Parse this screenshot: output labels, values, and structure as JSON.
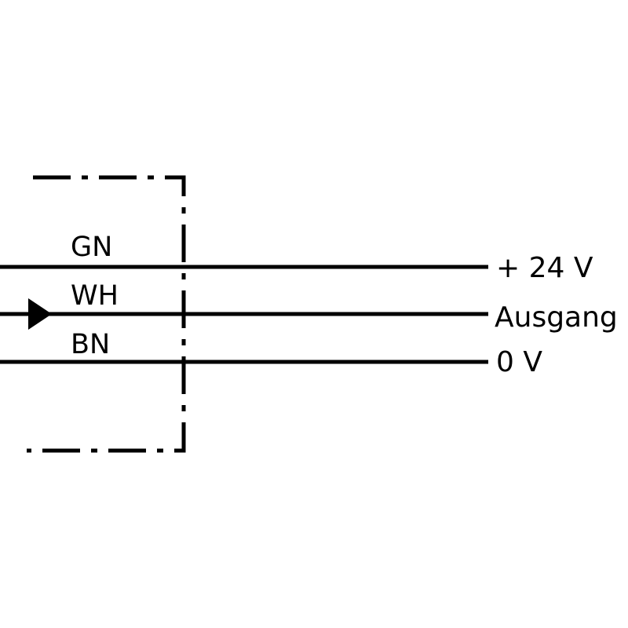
{
  "diagram": {
    "wires": [
      {
        "code": "GN",
        "terminal": "+ 24 V"
      },
      {
        "code": "WH",
        "terminal": "Ausgang"
      },
      {
        "code": "BN",
        "terminal": "0 V"
      }
    ],
    "stroke_color": "#000000",
    "background_color": "#ffffff",
    "input_marker": "triangle-arrow-icon"
  }
}
